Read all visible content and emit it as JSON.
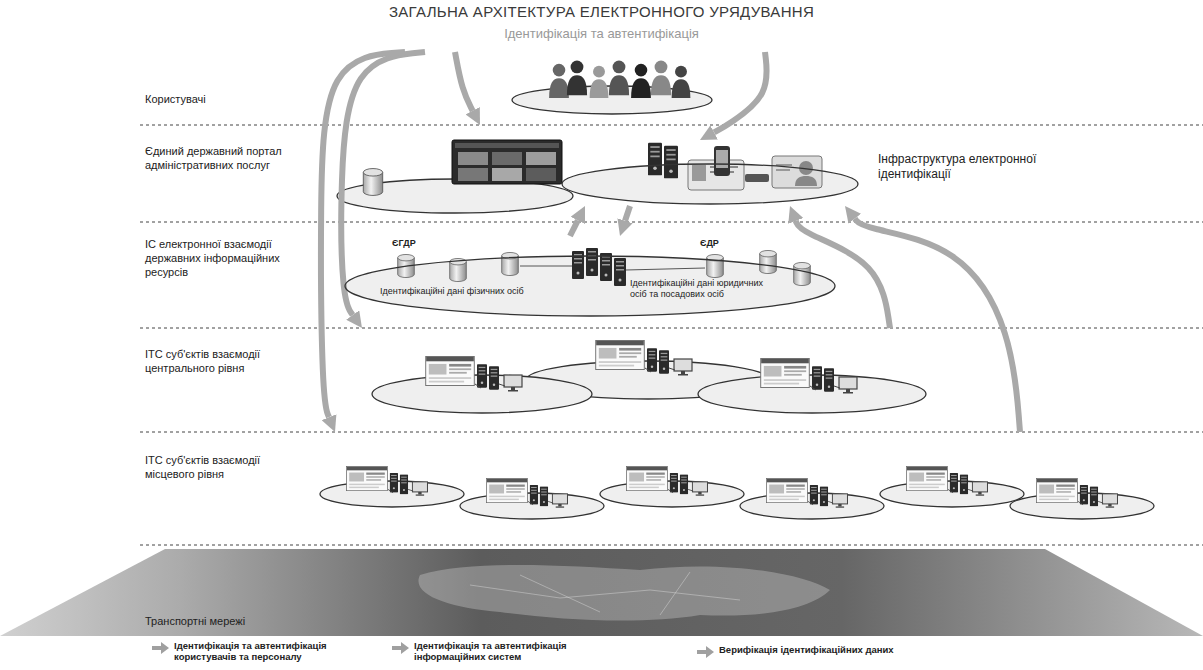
{
  "diagram": {
    "title": "ЗАГАЛЬНА АРХІТЕКТУРА ЕЛЕКТРОННОГО УРЯДУВАННЯ",
    "nodes": [
      {
        "text": [
          "Користувачі"
        ]
      },
      {
        "text": [
          "Єдиний державний портал адміністративних послуг"
        ]
      },
      {
        "text": [
          "Інфраструктура електронної ідентифікації"
        ],
        "in": 1
      },
      {
        "text": [
          "ІС електронної взаємодії державних інформаційних ресурсів"
        ]
      },
      {
        "text": [
          "ЄГДР",
          "Ідентифікаційні дані фізичних осіб",
          "ЄДР",
          "Ідентифікаційні дані юридичних осіб та посадових осіб"
        ],
        "in": 3
      },
      {
        "text": [
          "ІТС суб'єктів взаємодії центрального рівня"
        ]
      },
      {
        "text": [
          "ІТС суб'єктів взаємодії місцевого рівня"
        ]
      },
      {
        "text": [
          "Транспортні мережі"
        ]
      }
    ],
    "edges": [
      {
        "from": 0,
        "to": 1,
        "arrow": "to"
      },
      {
        "from": 0,
        "to": 2,
        "arrow": "to"
      },
      {
        "from": 0,
        "to": 5,
        "arrow": "to"
      },
      {
        "from": 0,
        "to": 6,
        "arrow": "to"
      },
      {
        "from": 5,
        "to": 2,
        "arrow": "to"
      },
      {
        "from": 6,
        "to": 2,
        "arrow": "to"
      },
      {
        "from": 4,
        "to": 2,
        "arrow": "to"
      },
      {
        "from": 2,
        "to": 4,
        "arrow": "to"
      }
    ],
    "labels": [
      "Ідентифікація та автентифікація"
    ],
    "legend": [
      {
        "text": "Ідентифікація та автентифікація користувачів та персоналу"
      },
      {
        "text": "Ідентифікація та автентифікація інформаційних систем"
      },
      {
        "text": "Верифікація ідентифікаційних даних"
      }
    ]
  }
}
